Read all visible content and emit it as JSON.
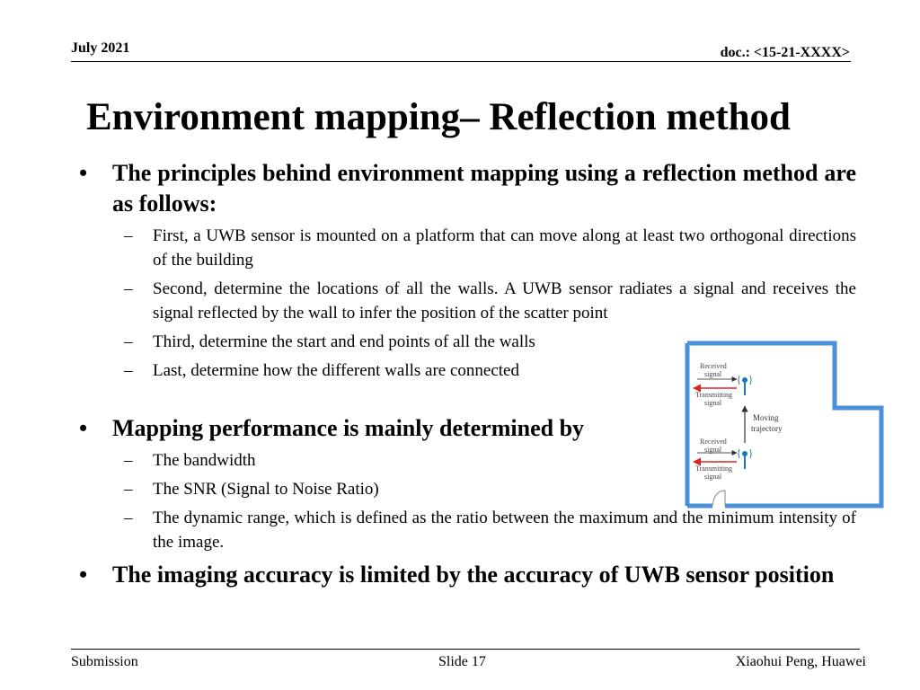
{
  "header": {
    "date": "July 2021",
    "doc": "doc.: <15-21-XXXX>"
  },
  "title": "Environment mapping– Reflection method",
  "bullets": [
    {
      "text": "The principles behind environment mapping using a reflection method are as follows:",
      "sub": [
        "First, a UWB sensor is mounted on a platform that can move along at least two orthogonal directions of the building",
        "Second, determine the locations of all the walls. A UWB sensor radiates a signal and receives the signal reflected by the wall to infer the position of the scatter point",
        "Third, determine the start and end points of all the walls",
        "Last, determine how the different walls are connected"
      ]
    },
    {
      "text": "Mapping performance is mainly determined by",
      "sub": [
        "The bandwidth",
        "The SNR (Signal to Noise Ratio)",
        "The dynamic range, which is defined as the ratio between the maximum and the minimum intensity of the image."
      ]
    },
    {
      "text": "The imaging accuracy is limited by the accuracy of UWB sensor position",
      "sub": []
    }
  ],
  "figure": {
    "received_1": [
      "Received",
      "signal"
    ],
    "transmitting_1": [
      "Transmitting",
      "signal"
    ],
    "received_2": [
      "Received",
      "signal"
    ],
    "transmitting_2": [
      "Transmitting",
      "signal"
    ],
    "moving": [
      "Moving",
      "trajectory"
    ],
    "colors": {
      "wall": "#4a90d9",
      "transmit_arrow": "#d62728",
      "sensor": "#1f77b4"
    }
  },
  "footer": {
    "left": "Submission",
    "center": "Slide 17",
    "right": "Xiaohui Peng, Huawei"
  }
}
